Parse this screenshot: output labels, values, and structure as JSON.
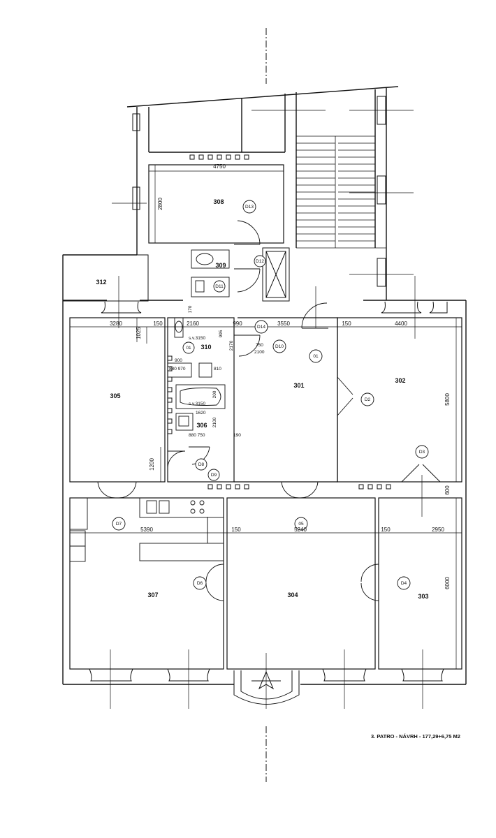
{
  "caption": "3. PATRO - NÁVRH - 177,29+6,75 M2",
  "rooms": {
    "r301": "301",
    "r302": "302",
    "r303": "303",
    "r304": "304",
    "r305": "305",
    "r306": "306",
    "r307": "307",
    "r308": "308",
    "r309": "309",
    "r310": "310",
    "r312": "312"
  },
  "doors": {
    "d01": "01",
    "d01b": "01",
    "d02": "D2",
    "d03": "D3",
    "d04": "D4",
    "d05": "05",
    "d06": "D6",
    "d07": "D7",
    "d08": "D8",
    "d09": "D9",
    "d10": "D10",
    "d11": "D11",
    "d12": "D12",
    "d13": "D13",
    "d14": "D14"
  },
  "dims": {
    "w4750": "4750",
    "h2800": "2800",
    "w3280": "3280",
    "w150a": "150",
    "h1025": "1025",
    "w2160": "2160",
    "w990": "990",
    "w3550": "3550",
    "w150b": "150",
    "w4400": "4400",
    "h5800": "5800",
    "h600": "600",
    "w5390": "5390",
    "w150c": "150",
    "w5240": "5240",
    "w150d": "150",
    "w2950": "2950",
    "h6000": "6000",
    "h1200": "1200",
    "sv3150a": "s.v.3150",
    "w750": "750",
    "w2100": "2100",
    "h2170": "2170",
    "h995": "995",
    "w900": "900",
    "w880970": "880  970",
    "w810": "810",
    "sv3150b": "s.v.3150",
    "w1620": "1620",
    "w880750": "880  750",
    "w190": "190",
    "h200": "200",
    "h2100": "2100",
    "h170": "170"
  }
}
